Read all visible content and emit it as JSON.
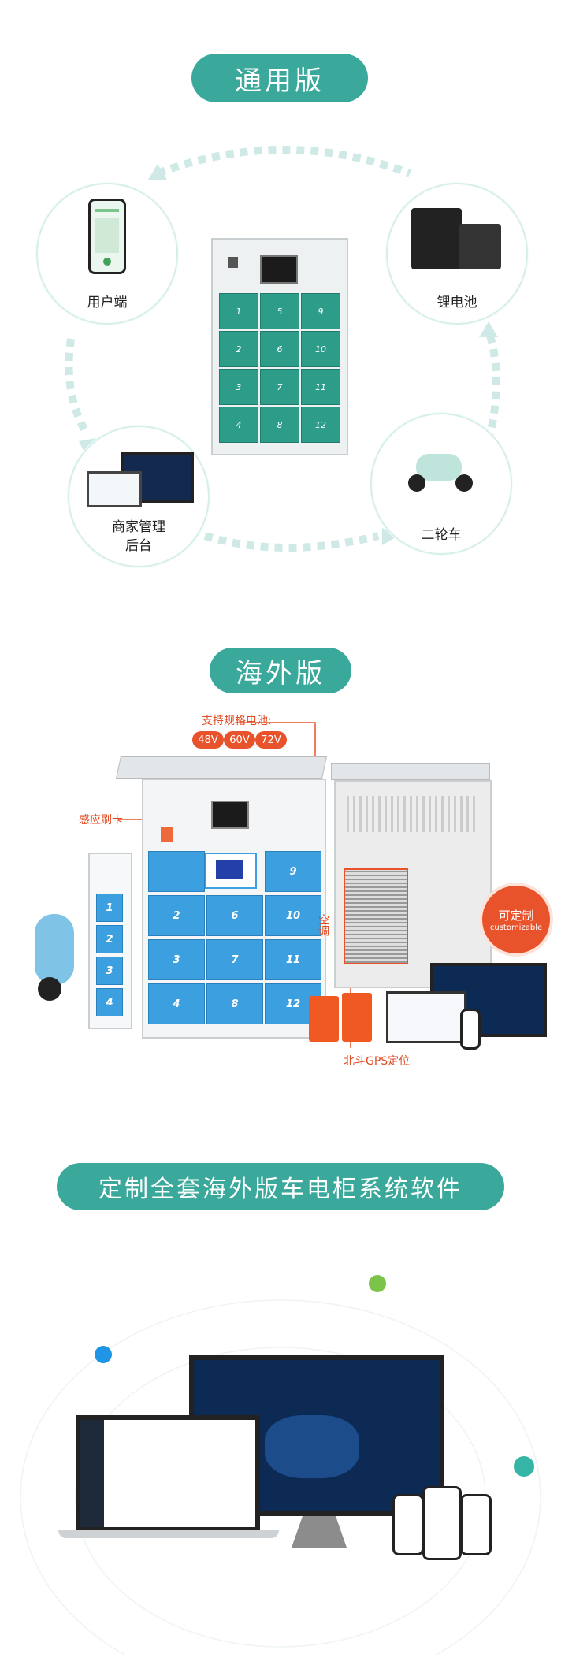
{
  "section1": {
    "title": "通用版",
    "nodes": {
      "user": "用户端",
      "battery": "锂电池",
      "merchant_line1": "商家管理",
      "merchant_line2": "后台",
      "scooter": "二轮车"
    },
    "locker_numbers": [
      "1",
      "5",
      "9",
      "2",
      "6",
      "10",
      "3",
      "7",
      "11",
      "4",
      "8",
      "12"
    ]
  },
  "section2": {
    "title": "海外版",
    "supported_batteries": "支持规格电池:",
    "voltages": [
      "48V",
      "60V",
      "72V"
    ],
    "card_sensor": "感应刷卡",
    "locker_numbers": [
      "9",
      "2",
      "6",
      "10",
      "3",
      "7",
      "11",
      "4",
      "8",
      "12"
    ],
    "side_numbers": [
      "1",
      "2",
      "3",
      "4"
    ],
    "ac_label": "空调",
    "beidou": "北斗GPS定位",
    "customizable_cn": "可定制",
    "customizable_en": "customizable"
  },
  "section3": {
    "title": "定制全套海外版车电柜系统软件"
  },
  "colors": {
    "teal": "#3aa89a",
    "orange": "#e8532b",
    "blue": "#3b9fe0"
  }
}
